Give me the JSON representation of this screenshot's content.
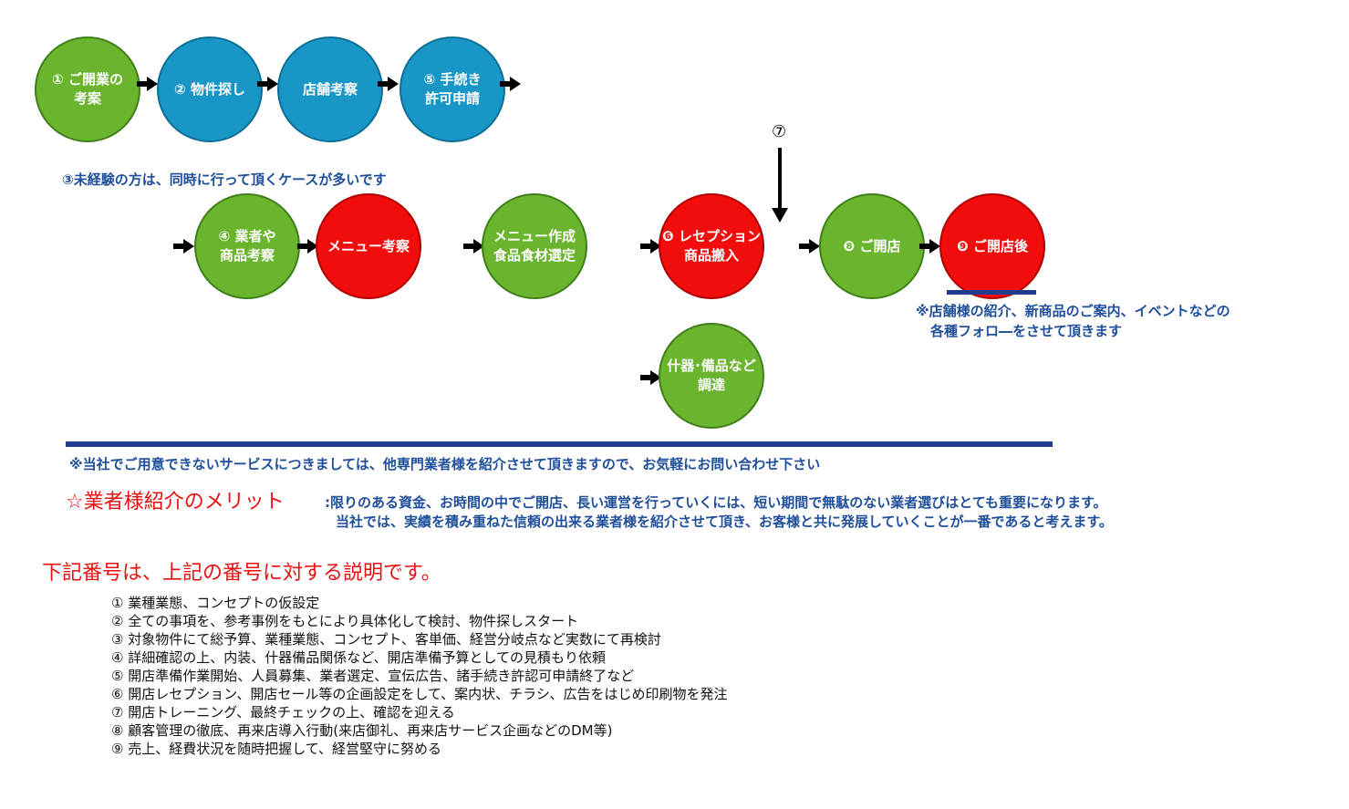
{
  "flow_row1": [
    {
      "num": "①",
      "lines": [
        "ご開業の",
        "考案"
      ]
    },
    {
      "num": "②",
      "lines": [
        "物件探し"
      ]
    },
    {
      "num": "",
      "lines": [
        "店舗考察"
      ]
    },
    {
      "num": "⑤",
      "lines": [
        "手続き",
        "許可申請"
      ]
    }
  ],
  "note3": "③未経験の方は、同時に行って頂くケースが多いです",
  "flow_row2": [
    {
      "num": "④",
      "lines": [
        "業者や",
        "商品考察"
      ]
    },
    {
      "num": "",
      "lines": [
        "メニュー考察"
      ]
    },
    {
      "num": "",
      "lines": [
        "メニュー作成",
        "食品食材選定"
      ]
    },
    {
      "num": "❻",
      "lines": [
        "レセプション",
        "商品搬入"
      ]
    },
    {
      "num": "❽",
      "lines": [
        "ご開店"
      ]
    },
    {
      "num": "❾",
      "lines": [
        "ご開店後"
      ]
    }
  ],
  "fixtures": {
    "lines": [
      "什器･備品など",
      "調達"
    ]
  },
  "step7_label": "⑦",
  "after_note": [
    "※店舗様の紹介、新商品のご案内、イベントなどの",
    "各種フォロ―をさせて頂きます"
  ],
  "service_note": "※当社でご用意できないサービスにつきましては、他専門業者様を紹介させて頂きますので、お気軽にお問い合わせ下さい",
  "merit_title": "☆業者様紹介のメリット",
  "merit_text": [
    ":限りのある資金、お時間の中でご開店、長い運営を行っていくには、短い期間で無駄のない業者選びはとても重要になります。",
    "当社では、実績を積み重ねた信頼の出来る業者様を紹介させて頂き、お客様と共に発展していくことが一番であると考えます。"
  ],
  "list_heading": "下記番号は、上記の番号に対する説明です。",
  "explanations": [
    "① 業種業態、コンセプトの仮設定",
    "② 全ての事項を、参考事例をもとにより具体化して検討、物件探しスタート",
    "③ 対象物件にて総予算、業種業態、コンセプト、客単価、経営分岐点など実数にて再検討",
    "④ 詳細確認の上、内装、什器備品関係など、開店準備予算としての見積もり依頼",
    "⑤ 開店準備作業開始、人員募集、業者選定、宣伝広告、諸手続き許認可申請終了など",
    "⑥ 開店レセプション、開店セール等の企画設定をして、案内状、チラシ、広告をはじめ印刷物を発注",
    "⑦ 開店トレーニング、最終チェックの上、確認を迎える",
    "⑧ 顧客管理の徹底、再来店導入行動(来店御礼、再来店サービス企画などのDM等)",
    "⑨ 売上、経費状況を随時把握して、経営堅守に努める"
  ],
  "colors": {
    "green": "#6ab42e",
    "blue": "#1896c6",
    "red": "#f20d0d",
    "navy": "#1f4e9b",
    "heading_red": "#e81111"
  }
}
